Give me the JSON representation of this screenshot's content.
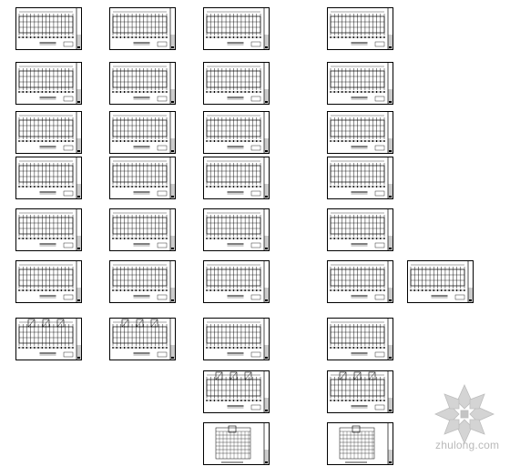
{
  "drawing_set": {
    "sheets": [
      {
        "row": 1,
        "col": 1,
        "variant": "plan"
      },
      {
        "row": 1,
        "col": 2,
        "variant": "plan"
      },
      {
        "row": 1,
        "col": 3,
        "variant": "plan"
      },
      {
        "row": 1,
        "col": 4,
        "variant": "plan"
      },
      {
        "row": 2,
        "col": 1,
        "variant": "plan"
      },
      {
        "row": 2,
        "col": 2,
        "variant": "plan"
      },
      {
        "row": 2,
        "col": 3,
        "variant": "plan"
      },
      {
        "row": 2,
        "col": 4,
        "variant": "plan"
      },
      {
        "row": 3,
        "col": 1,
        "variant": "plan"
      },
      {
        "row": 3,
        "col": 2,
        "variant": "plan"
      },
      {
        "row": 3,
        "col": 3,
        "variant": "plan"
      },
      {
        "row": 3,
        "col": 4,
        "variant": "plan"
      },
      {
        "row": 4,
        "col": 1,
        "variant": "plan"
      },
      {
        "row": 4,
        "col": 2,
        "variant": "plan"
      },
      {
        "row": 4,
        "col": 3,
        "variant": "plan"
      },
      {
        "row": 4,
        "col": 4,
        "variant": "plan"
      },
      {
        "row": 5,
        "col": 1,
        "variant": "plan"
      },
      {
        "row": 5,
        "col": 2,
        "variant": "plan"
      },
      {
        "row": 5,
        "col": 3,
        "variant": "plan"
      },
      {
        "row": 5,
        "col": 4,
        "variant": "plan"
      },
      {
        "row": 6,
        "col": 1,
        "variant": "plan"
      },
      {
        "row": 6,
        "col": 2,
        "variant": "plan"
      },
      {
        "row": 6,
        "col": 3,
        "variant": "plan"
      },
      {
        "row": 6,
        "col": 4,
        "variant": "plan"
      },
      {
        "row": 6,
        "col": 5,
        "variant": "plan"
      },
      {
        "row": 7,
        "col": 1,
        "variant": "stair"
      },
      {
        "row": 7,
        "col": 2,
        "variant": "stair"
      },
      {
        "row": 7,
        "col": 3,
        "variant": "plan"
      },
      {
        "row": 7,
        "col": 4,
        "variant": "plan"
      },
      {
        "row": 8,
        "col": 3,
        "variant": "stair"
      },
      {
        "row": 8,
        "col": 4,
        "variant": "stair"
      },
      {
        "row": 9,
        "col": 3,
        "variant": "detail"
      },
      {
        "row": 9,
        "col": 4,
        "variant": "detail"
      }
    ]
  },
  "watermark": {
    "text": "zhulong.com",
    "logo_icon": "zhulong-flower-logo-icon",
    "color": "#b9b9b9"
  },
  "colors": {
    "line": "#000000",
    "background": "#ffffff"
  }
}
